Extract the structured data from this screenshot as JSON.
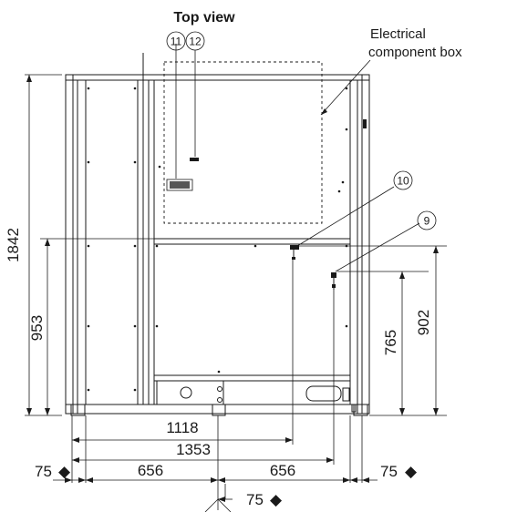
{
  "title": "Top view",
  "callout": {
    "line1": "Electrical",
    "line2": "component box"
  },
  "markers": {
    "m9": "9",
    "m10": "10",
    "m11": "11",
    "m12": "12"
  },
  "dimensions": {
    "height_total": "1842",
    "height_left": "953",
    "height_mid": "765",
    "height_right": "902",
    "width_1118": "1118",
    "width_1353": "1353",
    "left_offset": "75",
    "left_span": "656",
    "right_span": "656",
    "right_offset": "75",
    "bottom_offset": "75"
  },
  "diamond": "◆"
}
